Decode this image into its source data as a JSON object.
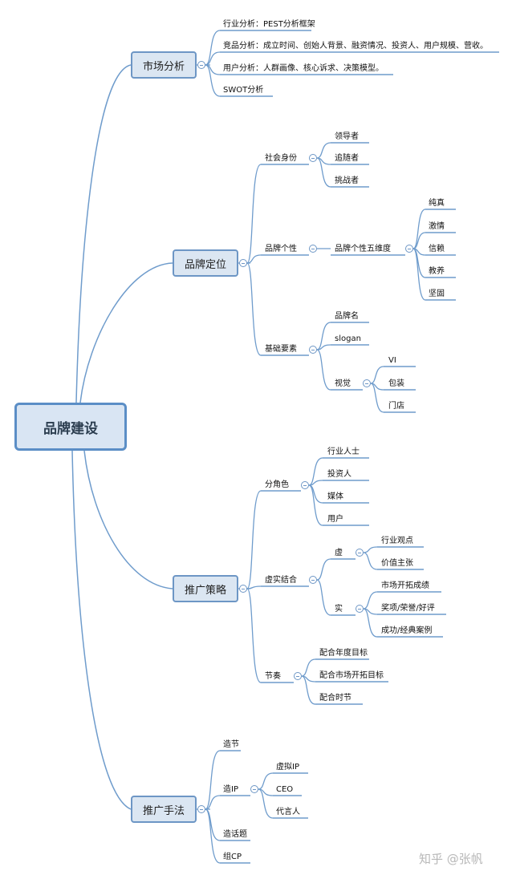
{
  "root": "品牌建设",
  "branches": [
    {
      "label": "市场分析",
      "children": [
        {
          "label": "行业分析：PEST分析框架"
        },
        {
          "label": "竞品分析：成立时间、创始人背景、融资情况、投资人、用户规模、营收。"
        },
        {
          "label": "用户分析：人群画像、核心诉求、决策模型。"
        },
        {
          "label": "SWOT分析"
        }
      ]
    },
    {
      "label": "品牌定位",
      "children": [
        {
          "label": "社会身份",
          "children": [
            {
              "label": "领导者"
            },
            {
              "label": "追随者"
            },
            {
              "label": "挑战者"
            }
          ]
        },
        {
          "label": "品牌个性",
          "children": [
            {
              "label": "品牌个性五维度",
              "children": [
                {
                  "label": "纯真"
                },
                {
                  "label": "激情"
                },
                {
                  "label": "信赖"
                },
                {
                  "label": "教养"
                },
                {
                  "label": "坚固"
                }
              ]
            }
          ]
        },
        {
          "label": "基础要素",
          "children": [
            {
              "label": "品牌名"
            },
            {
              "label": "slogan"
            },
            {
              "label": "视觉",
              "children": [
                {
                  "label": "VI"
                },
                {
                  "label": "包装"
                },
                {
                  "label": "门店"
                }
              ]
            }
          ]
        }
      ]
    },
    {
      "label": "推广策略",
      "children": [
        {
          "label": "分角色",
          "children": [
            {
              "label": "行业人士"
            },
            {
              "label": "投资人"
            },
            {
              "label": "媒体"
            },
            {
              "label": "用户"
            }
          ]
        },
        {
          "label": "虚实结合",
          "children": [
            {
              "label": "虚",
              "children": [
                {
                  "label": "行业观点"
                },
                {
                  "label": "价值主张"
                }
              ]
            },
            {
              "label": "实",
              "children": [
                {
                  "label": "市场开拓成绩"
                },
                {
                  "label": "奖项/荣誉/好评"
                },
                {
                  "label": "成功/经典案例"
                }
              ]
            }
          ]
        },
        {
          "label": "节奏",
          "children": [
            {
              "label": "配合年度目标"
            },
            {
              "label": "配合市场开拓目标"
            },
            {
              "label": "配合时节"
            }
          ]
        }
      ]
    },
    {
      "label": "推广手法",
      "children": [
        {
          "label": "造节"
        },
        {
          "label": "造IP",
          "children": [
            {
              "label": "虚拟IP"
            },
            {
              "label": "CEO"
            },
            {
              "label": "代言人"
            }
          ]
        },
        {
          "label": "造话题"
        },
        {
          "label": "组CP"
        }
      ]
    }
  ],
  "watermark": "知乎 @张帆"
}
